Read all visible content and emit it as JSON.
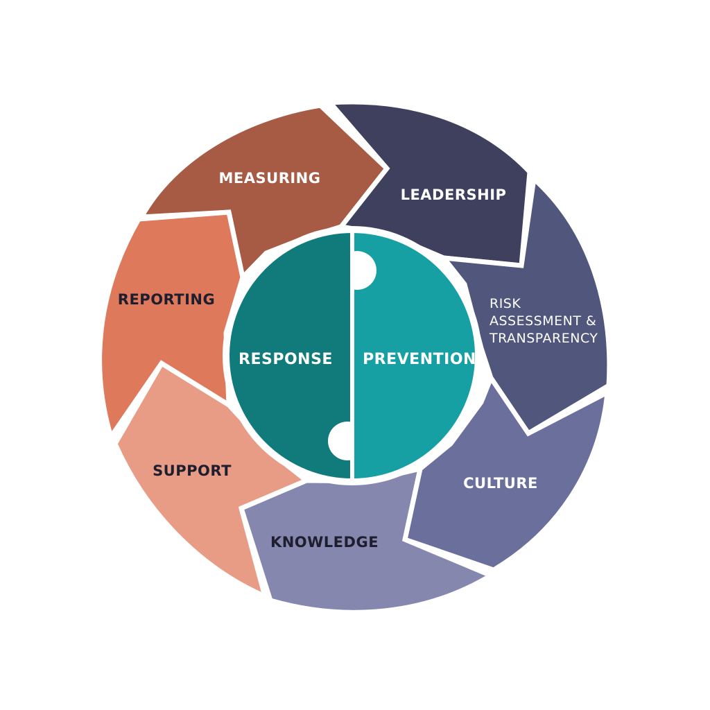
{
  "cycle": {
    "segments": [
      {
        "id": "leadership",
        "label": "LEADERSHIP",
        "color": "#3f405e"
      },
      {
        "id": "risk",
        "label_lines": [
          "RISK",
          "ASSESSMENT &",
          "TRANSPARENCY"
        ],
        "color": "#51567c"
      },
      {
        "id": "culture",
        "label": "CULTURE",
        "color": "#6b6f9c"
      },
      {
        "id": "knowledge",
        "label": "KNOWLEDGE",
        "color": "#8587af"
      },
      {
        "id": "support",
        "label": "SUPPORT",
        "color": "#e89c85"
      },
      {
        "id": "reporting",
        "label": "REPORTING",
        "color": "#df795c"
      },
      {
        "id": "measuring",
        "label": "MEASURING",
        "color": "#a85b44"
      }
    ]
  },
  "core": {
    "left": {
      "label": "RESPONSE",
      "color": "#117b7b"
    },
    "right": {
      "label": "PREVENTION",
      "color": "#17a0a4"
    }
  }
}
